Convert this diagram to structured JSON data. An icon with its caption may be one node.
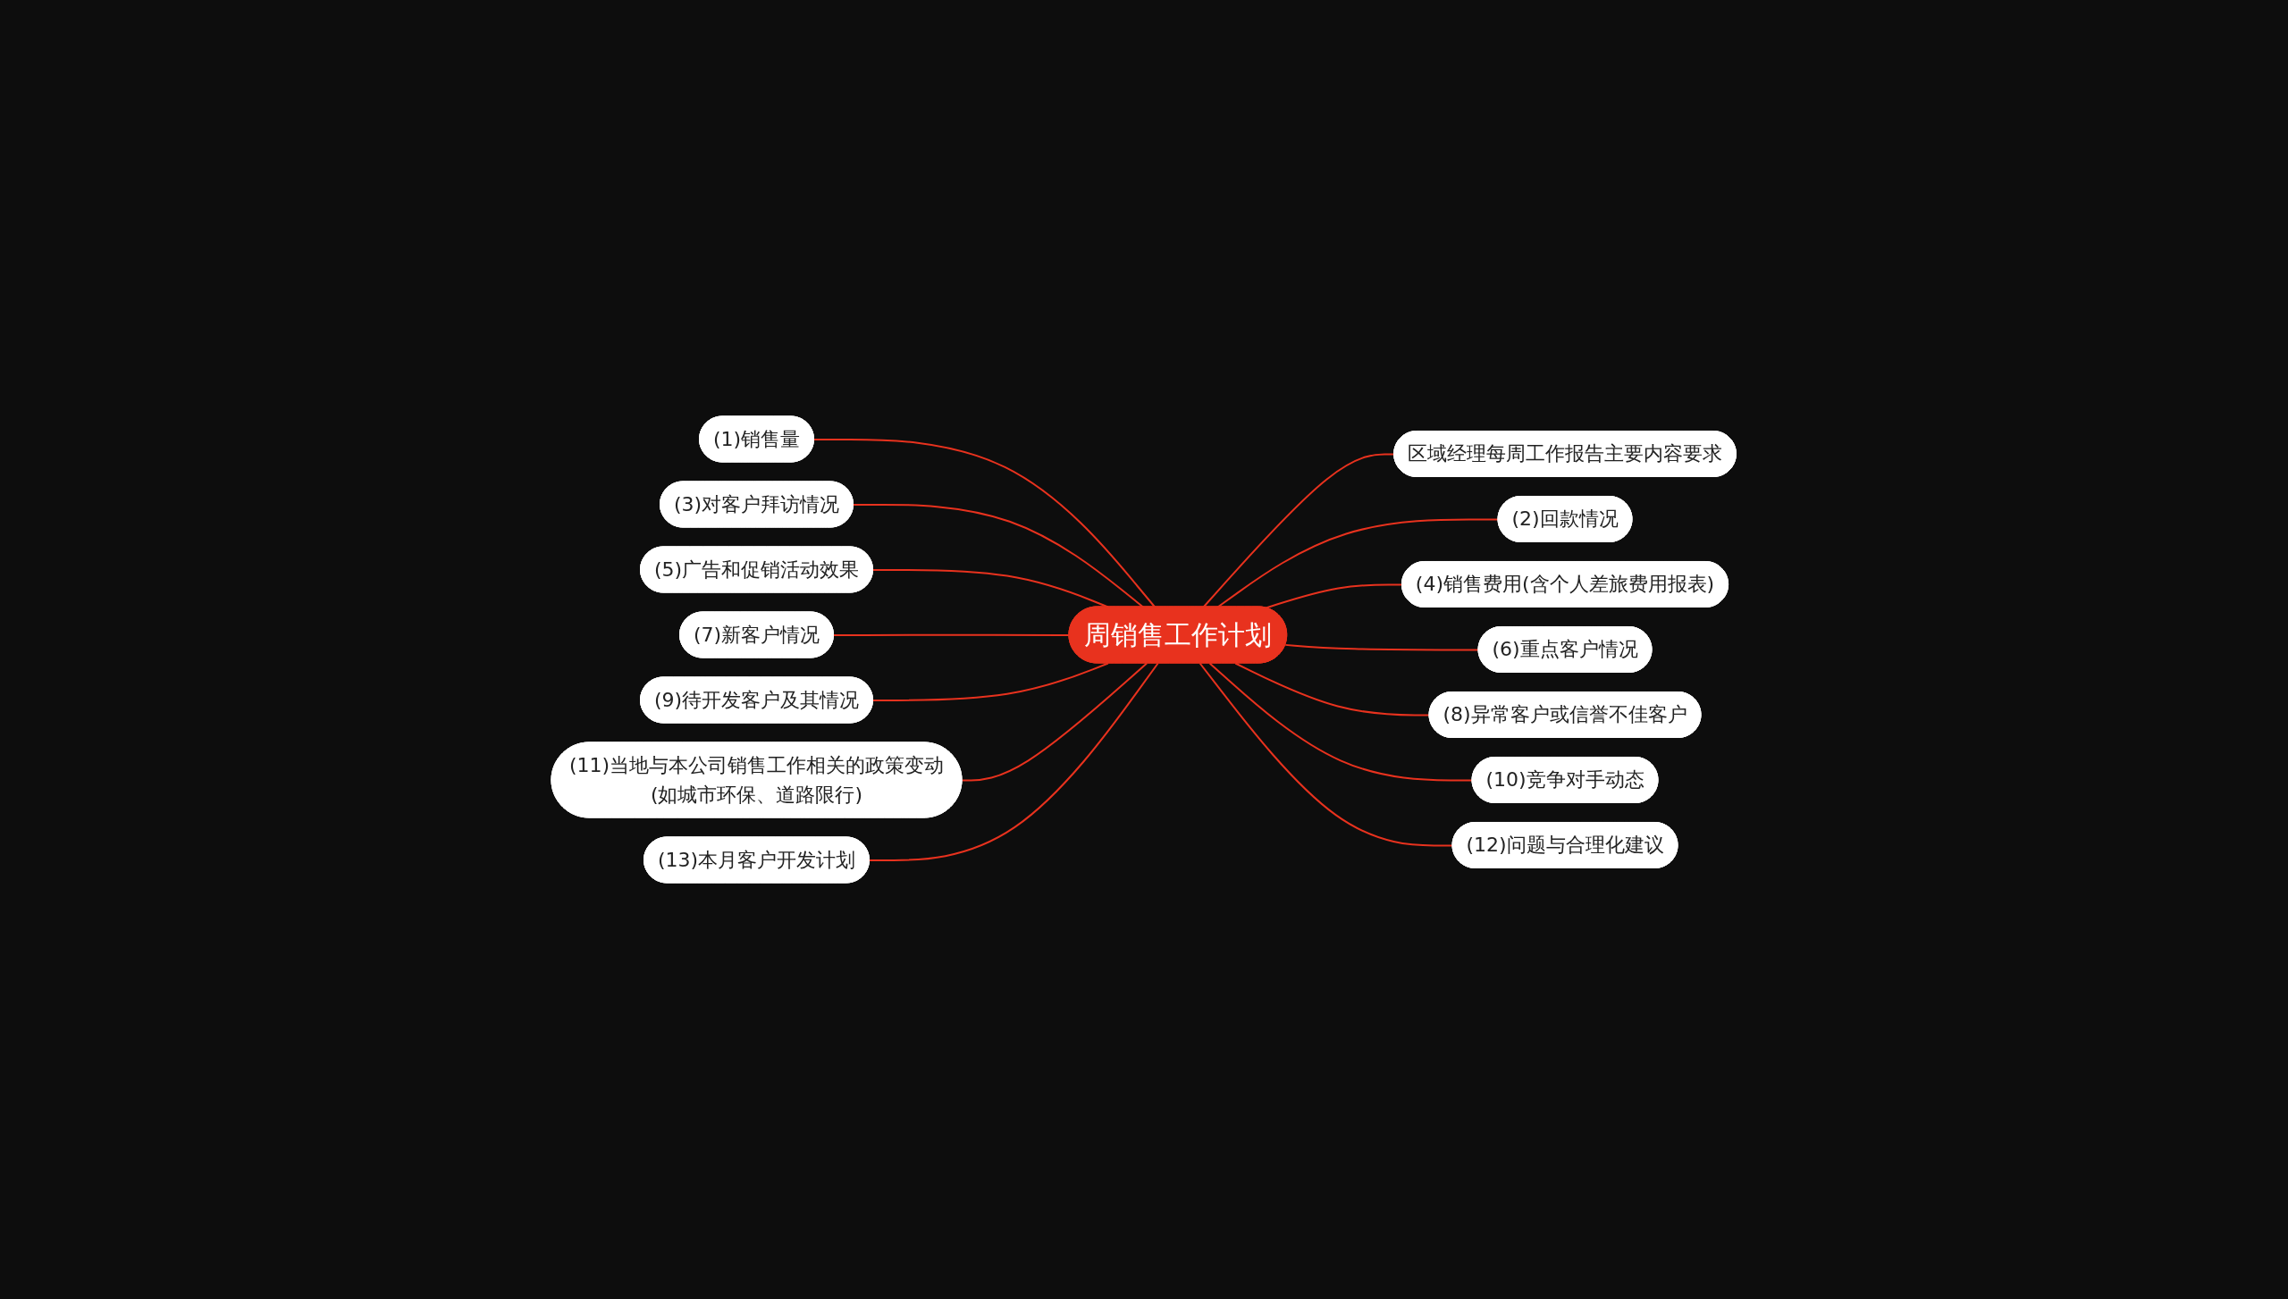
{
  "diagram": {
    "nodes": [
      {
        "text": [
          "周销售工作计划"
        ]
      },
      {
        "text": [
          "(1)销售量"
        ]
      },
      {
        "text": [
          "(3)对客户拜访情况"
        ]
      },
      {
        "text": [
          "(5)广告和促销活动效果"
        ]
      },
      {
        "text": [
          "(7)新客户情况"
        ]
      },
      {
        "text": [
          "(9)待开发客户及其情况"
        ]
      },
      {
        "text": [
          "(11)当地与本公司销售工作相关的政策变动(如城市环保、道路限行)"
        ]
      },
      {
        "text": [
          "(13)本月客户开发计划"
        ]
      },
      {
        "text": [
          "区域经理每周工作报告主要内容要求"
        ]
      },
      {
        "text": [
          "(2)回款情况"
        ]
      },
      {
        "text": [
          "(4)销售费用(含个人差旅费用报表)"
        ]
      },
      {
        "text": [
          "(6)重点客户情况"
        ]
      },
      {
        "text": [
          "(8)异常客户或信誉不佳客户"
        ]
      },
      {
        "text": [
          "(10)竞争对手动态"
        ]
      },
      {
        "text": [
          "(12)问题与合理化建议"
        ]
      }
    ],
    "edges": [
      {
        "from": 0,
        "to": 1,
        "arrow": "none"
      },
      {
        "from": 0,
        "to": 2,
        "arrow": "none"
      },
      {
        "from": 0,
        "to": 3,
        "arrow": "none"
      },
      {
        "from": 0,
        "to": 4,
        "arrow": "none"
      },
      {
        "from": 0,
        "to": 5,
        "arrow": "none"
      },
      {
        "from": 0,
        "to": 6,
        "arrow": "none"
      },
      {
        "from": 0,
        "to": 7,
        "arrow": "none"
      },
      {
        "from": 0,
        "to": 8,
        "arrow": "none"
      },
      {
        "from": 0,
        "to": 9,
        "arrow": "none"
      },
      {
        "from": 0,
        "to": 10,
        "arrow": "none"
      },
      {
        "from": 0,
        "to": 11,
        "arrow": "none"
      },
      {
        "from": 0,
        "to": 12,
        "arrow": "none"
      },
      {
        "from": 0,
        "to": 13,
        "arrow": "none"
      },
      {
        "from": 0,
        "to": 14,
        "arrow": "none"
      }
    ]
  }
}
